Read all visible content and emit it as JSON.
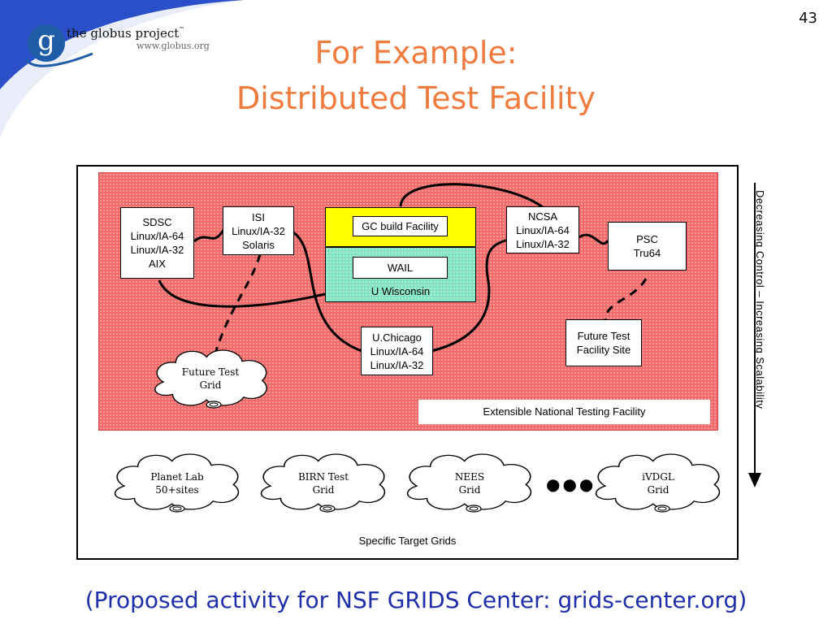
{
  "slide": {
    "number": "43"
  },
  "logo": {
    "letter": "g",
    "name": "the globus project",
    "tm": "™",
    "url": "www.globus.org"
  },
  "title": {
    "line1": "For Example:",
    "line2": "Distributed Test Facility"
  },
  "diagram": {
    "sites": {
      "sdsc": [
        "SDSC",
        "Linux/IA-64",
        "Linux/IA-32",
        "AIX"
      ],
      "isi": [
        "ISI",
        "Linux/IA-32",
        "Solaris"
      ],
      "ncsa": [
        "NCSA",
        "Linux/IA-64",
        "Linux/IA-32"
      ],
      "psc": [
        "PSC",
        "Tru64"
      ],
      "uchicago": [
        "U.Chicago",
        "Linux/IA-64",
        "Linux/IA-32"
      ],
      "future_site": [
        "Future Test",
        "Facility Site"
      ]
    },
    "gc_build": "GC build Facility",
    "wail": "WAIL",
    "u_wisconsin": "U Wisconsin",
    "future_grid": [
      "Future Test",
      "Grid"
    ],
    "extensible_label": "Extensible National Testing Facility",
    "target_grids": [
      [
        "Planet Lab",
        "50+sites"
      ],
      [
        "BIRN Test",
        "Grid"
      ],
      [
        "NEES",
        "Grid"
      ],
      [
        "iVDGL",
        "Grid"
      ]
    ],
    "ellipsis": "●●●",
    "target_label": "Specific Target Grids",
    "side_label": "Decreasing Control – Increasing Scalability"
  },
  "footer": "(Proposed activity for NSF GRIDS Center: grids-center.org)",
  "colors": {
    "title": "#f07b3f",
    "footer": "#1f2faa",
    "pink_bg": "#f26a6a",
    "yellow": "#ffff00",
    "cyan": "#7fe3c4",
    "logo_blue": "#1f5ca8"
  }
}
